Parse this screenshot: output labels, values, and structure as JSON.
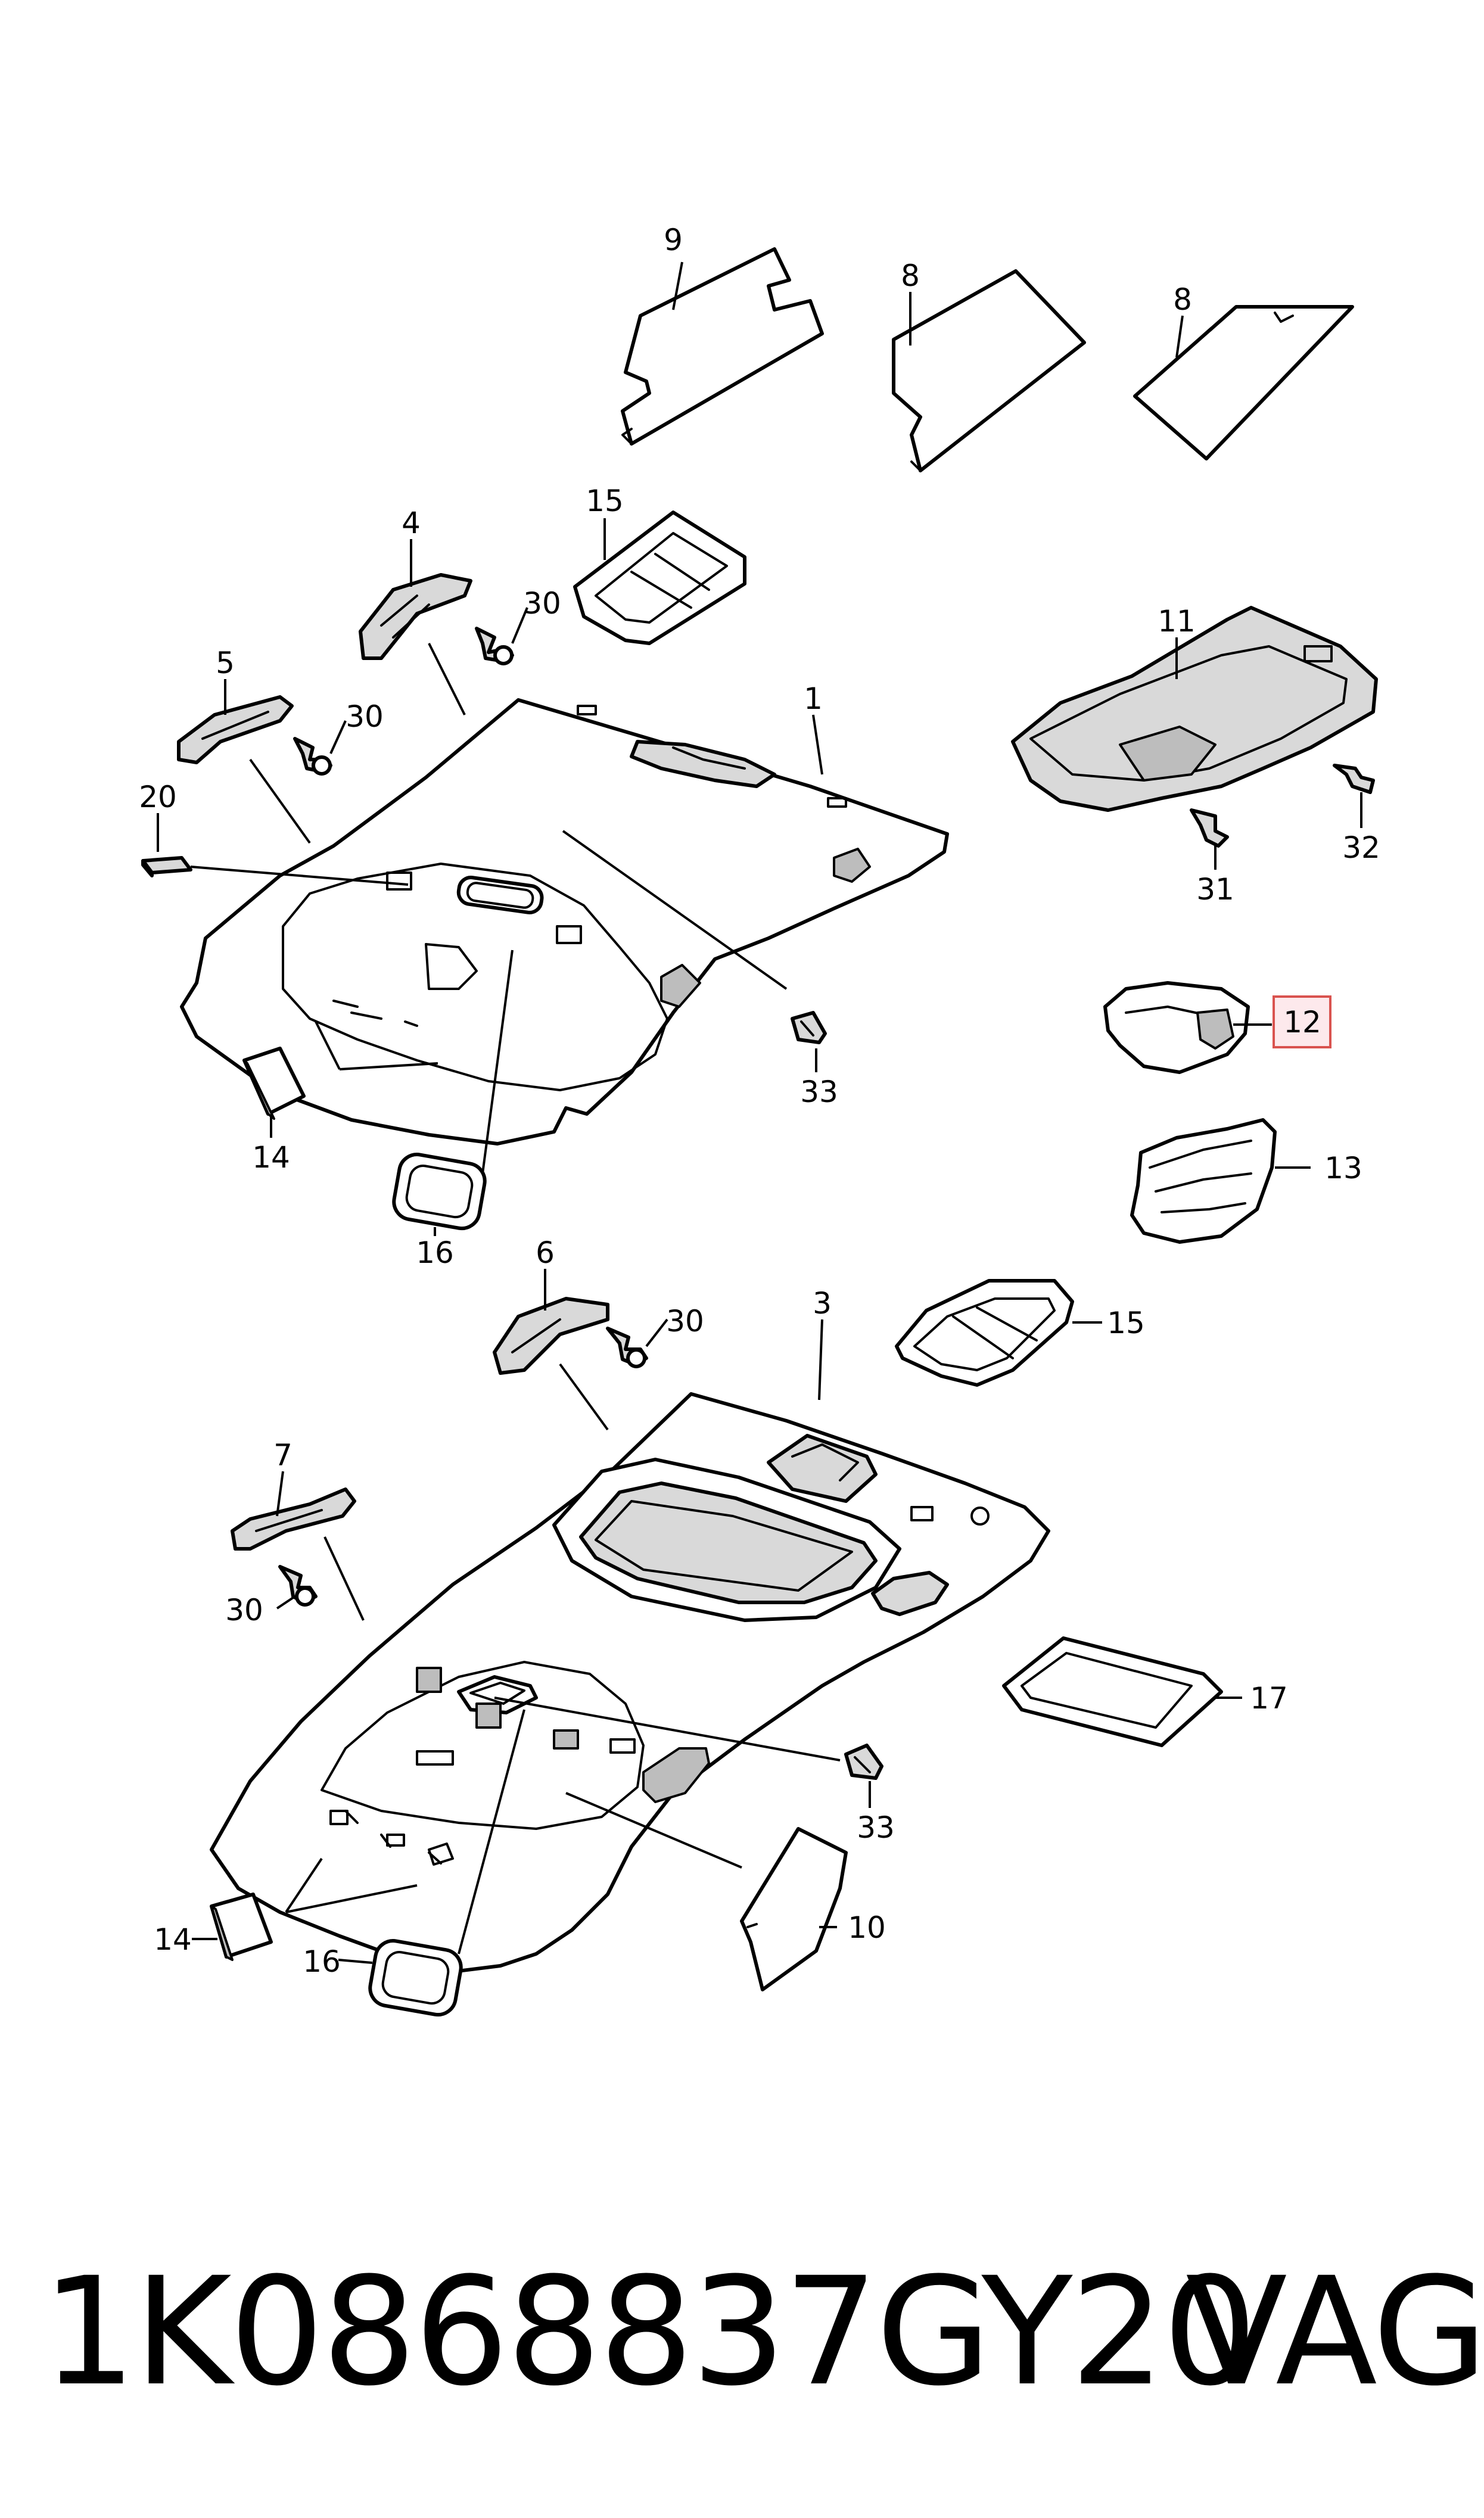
{
  "callouts": {
    "c1": "1",
    "c3": "3",
    "c4": "4",
    "c5": "5",
    "c6": "6",
    "c7": "7",
    "c8a": "8",
    "c8b": "8",
    "c9": "9",
    "c10": "10",
    "c11": "11",
    "c12": "12",
    "c13": "13",
    "c14a": "14",
    "c14b": "14",
    "c15a": "15",
    "c15b": "15",
    "c16a": "16",
    "c16b": "16",
    "c17": "17",
    "c20": "20",
    "c30a": "30",
    "c30b": "30",
    "c30c": "30",
    "c30d": "30",
    "c31": "31",
    "c32": "32",
    "c33a": "33",
    "c33b": "33"
  },
  "highlighted_callout": "12",
  "highlight_color": "#d9534f",
  "footer": {
    "part_number": "1K0868837GY20",
    "brand": "VAG"
  }
}
